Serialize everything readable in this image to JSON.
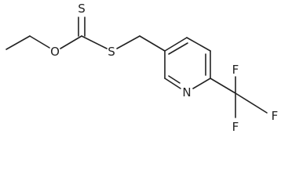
{
  "molecule": {
    "atoms": {
      "ether_oxygen": "O",
      "thione_sulfur": "S",
      "thioether_sulfur": "S",
      "pyridine_nitrogen": "N",
      "fluorine_1": "F",
      "fluorine_2": "F",
      "fluorine_3": "F"
    }
  }
}
